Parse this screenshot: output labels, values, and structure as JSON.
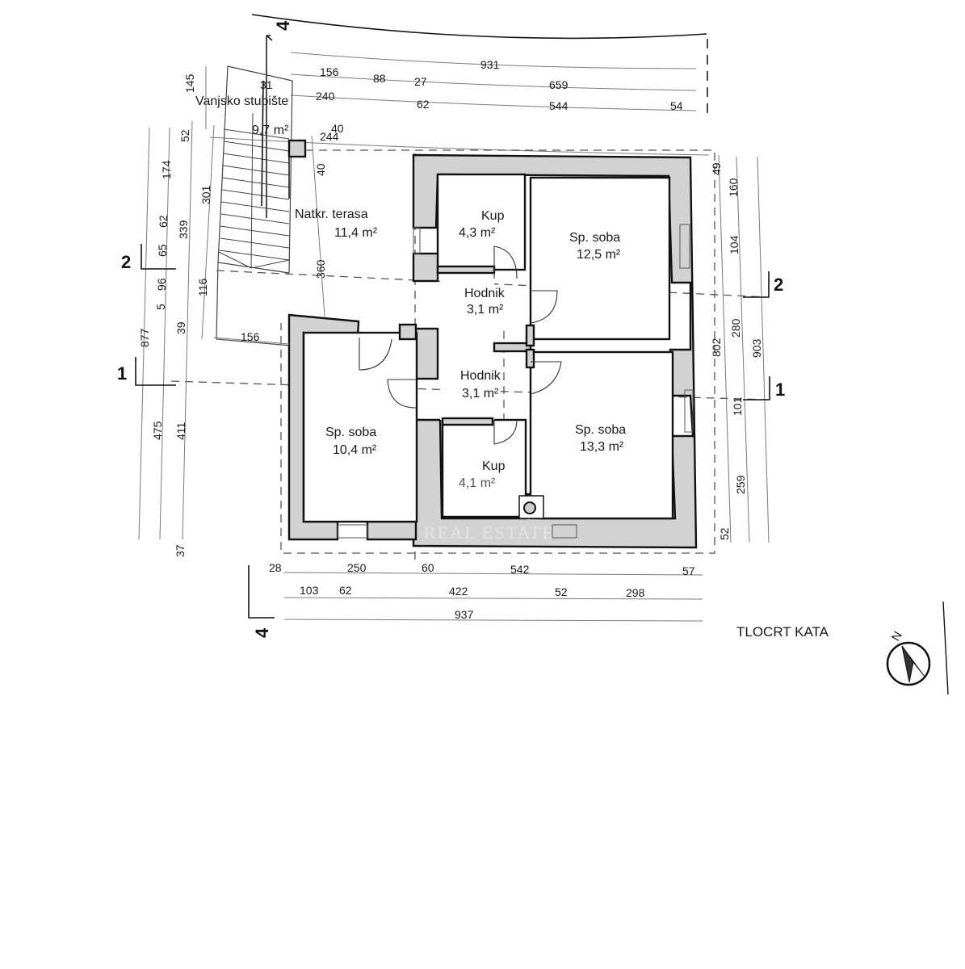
{
  "drawing": {
    "title": "TLOCRT KATA",
    "watermark": "REAL ESTATE",
    "north_label": "N",
    "colors": {
      "wall_fill": "#d2d2d2",
      "line": "#111111",
      "dimension_line": "#7a7a7a"
    }
  },
  "rooms": [
    {
      "name": "Vanjsko stubište",
      "area": "9,7 m²"
    },
    {
      "name": "Natkr. terasa",
      "area": "11,4 m²"
    },
    {
      "name": "Kup",
      "area": "4,3 m²"
    },
    {
      "name": "Sp. soba",
      "area": "12,5 m²"
    },
    {
      "name": "Hodnik",
      "area": "3,1 m²"
    },
    {
      "name": "Hodnik",
      "area": "3,1 m²"
    },
    {
      "name": "Sp. soba",
      "area": "10,4 m²"
    },
    {
      "name": "Kup",
      "area": "4,1 m²"
    },
    {
      "name": "Sp. soba",
      "area": "13,3 m²"
    }
  ],
  "section_markers": [
    "4",
    "4",
    "2",
    "2",
    "1",
    "1"
  ],
  "dimensions": {
    "top": {
      "row1": [
        "931"
      ],
      "row2": [
        "156",
        "88",
        "27",
        "659"
      ],
      "row3": [
        "31",
        "240",
        "62",
        "544",
        "54"
      ],
      "row4": [
        "40",
        "244"
      ]
    },
    "bottom": {
      "row1": [
        "28",
        "250",
        "60",
        "542",
        "57"
      ],
      "row2": [
        "103",
        "62",
        "422",
        "52",
        "298"
      ],
      "row3": [
        "937"
      ]
    },
    "left": {
      "outer": [
        "145",
        "877"
      ],
      "col_a": [
        "174",
        "62",
        "65",
        "96",
        "5",
        "475"
      ],
      "col_b": [
        "52",
        "339",
        "39",
        "411",
        "37"
      ],
      "col_c": [
        "301",
        "116"
      ],
      "inner": [
        "40",
        "360",
        "156"
      ]
    },
    "right": {
      "col_a": [
        "49",
        "802",
        "52"
      ],
      "col_b": [
        "160",
        "104",
        "280",
        "101",
        "259"
      ],
      "col_c": [
        "903"
      ]
    }
  }
}
